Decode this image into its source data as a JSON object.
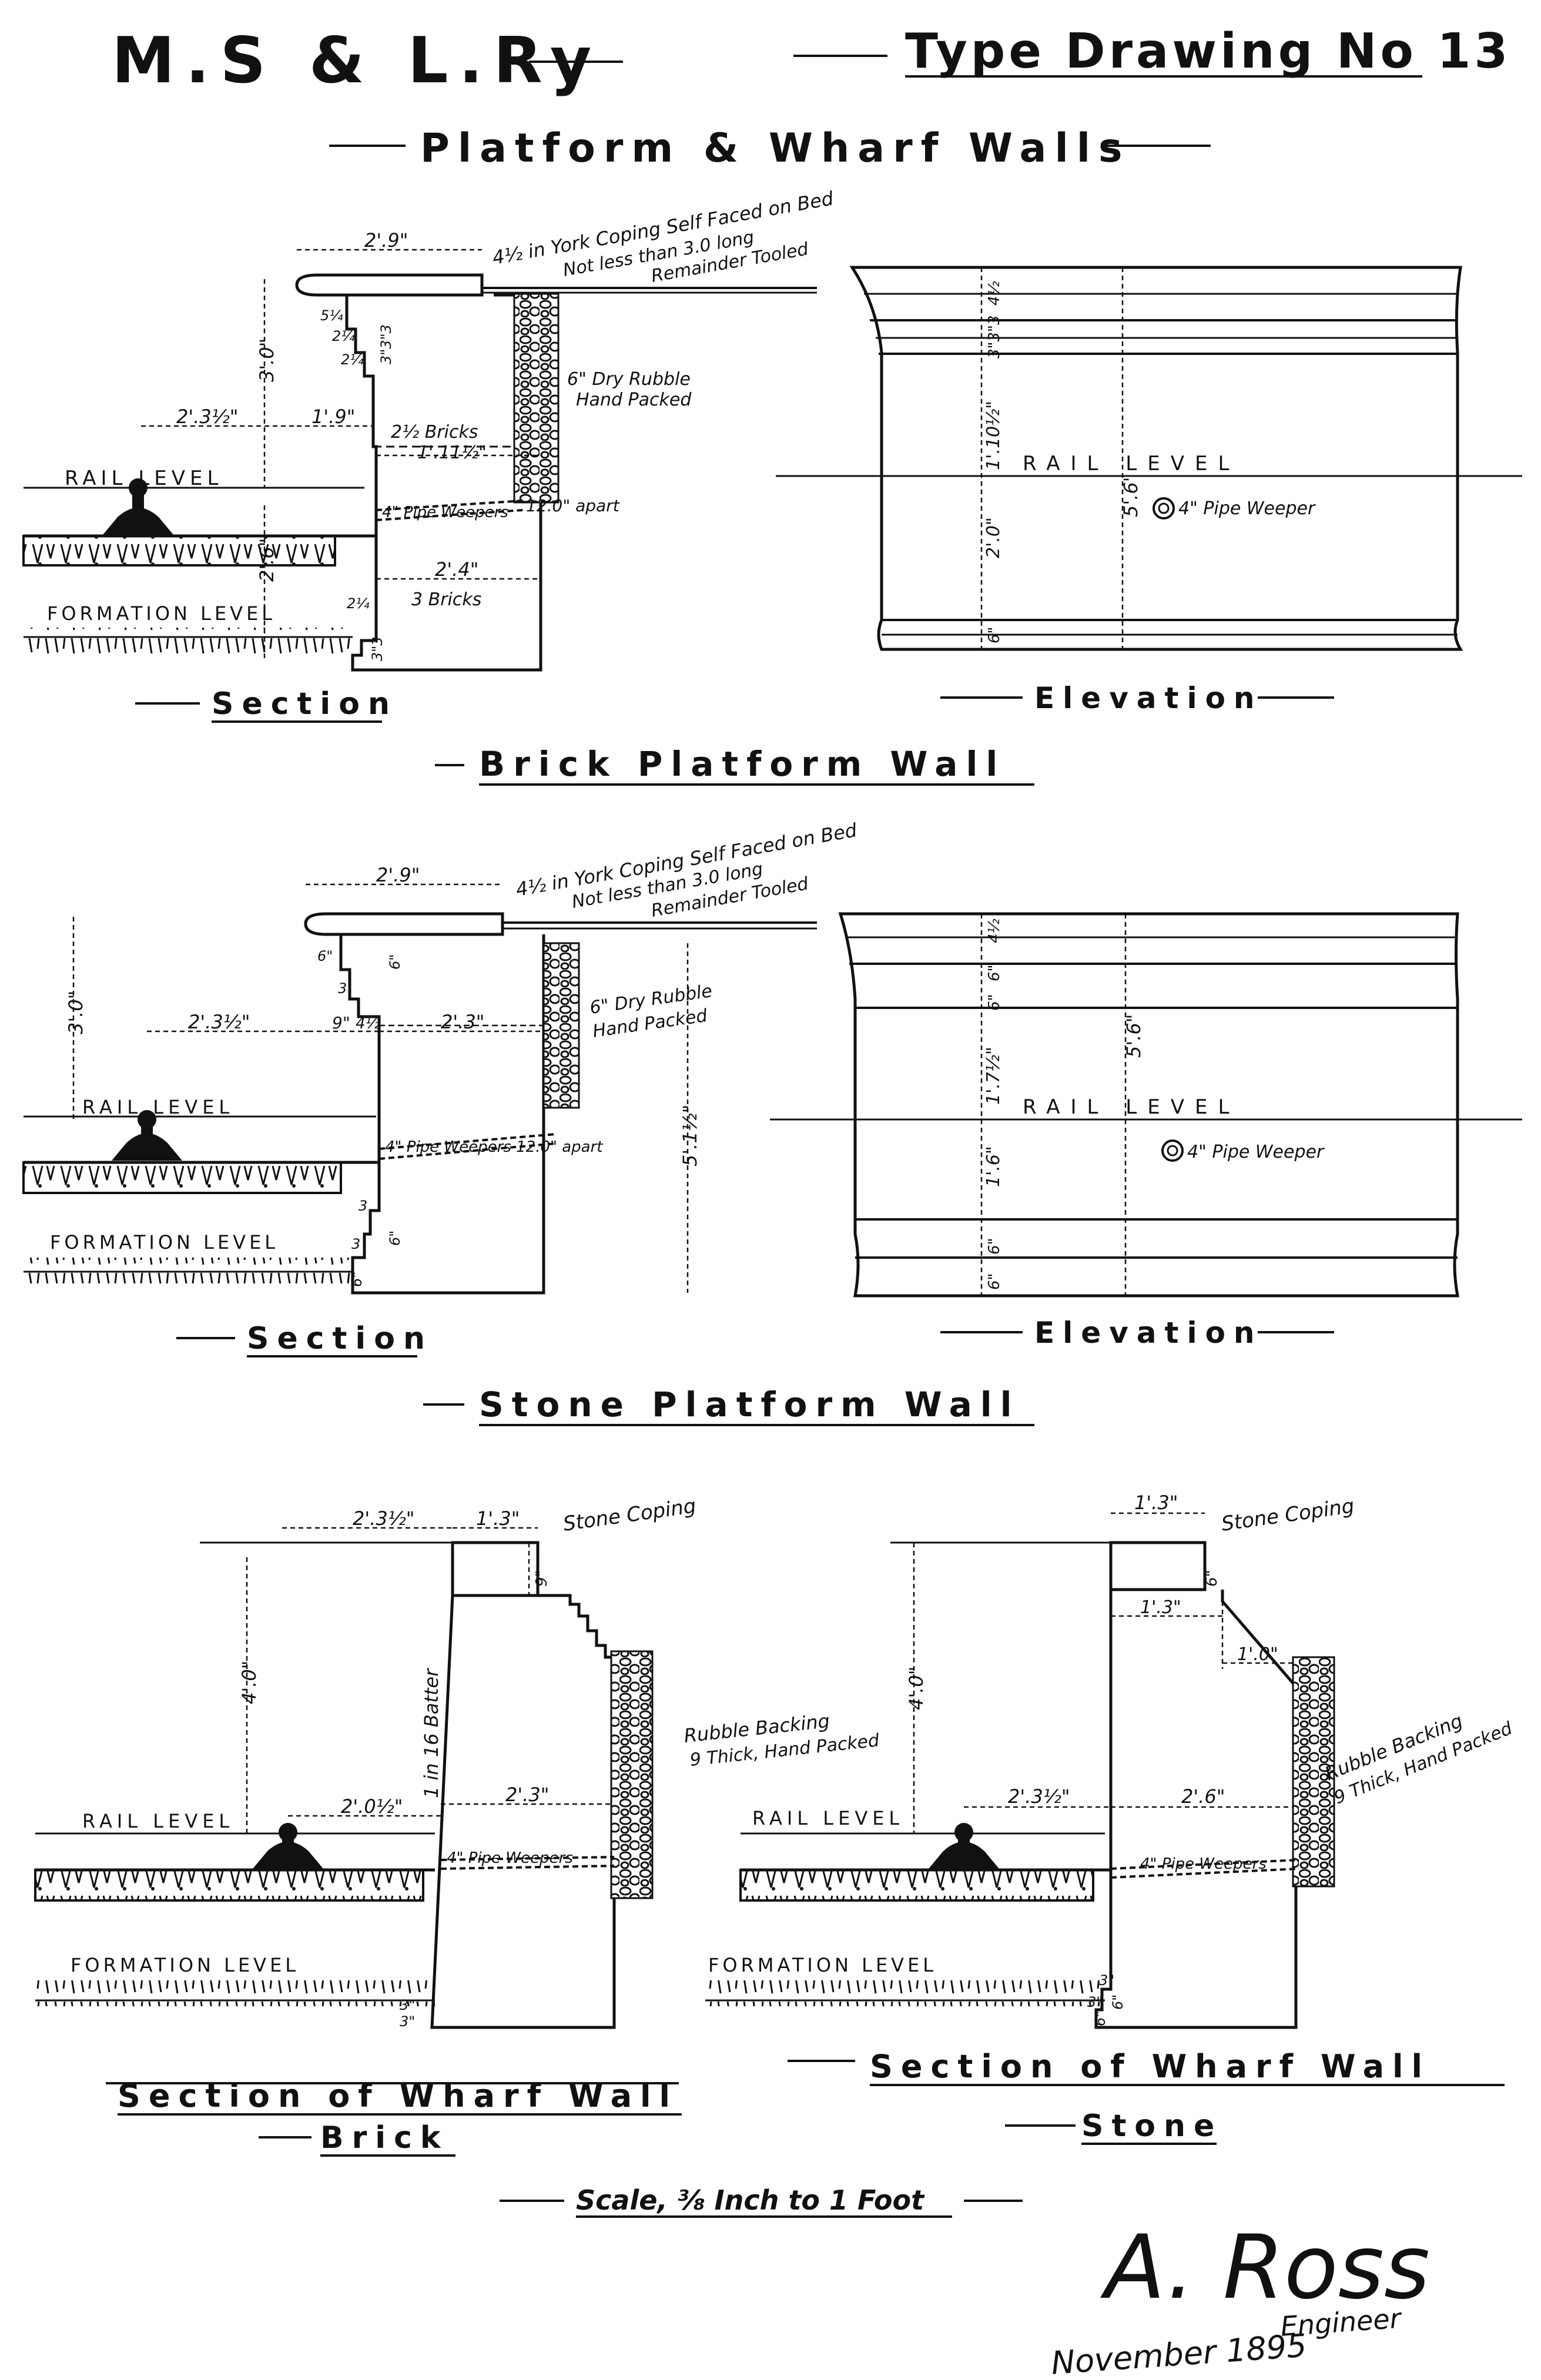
{
  "header": {
    "railway": "M.S & L.Ry",
    "drawing": "Type Drawing No 13",
    "main_title": "Platform & Wharf Walls"
  },
  "brick_platform": {
    "title": "Brick Platform Wall",
    "section_label": "Section",
    "elevation_label": "Elevation",
    "coping_note_1": "4½ in York Coping Self Faced on Bed",
    "coping_note_2": "Not less than 3.0 long",
    "coping_note_3": "Remainder Tooled",
    "rubble_1": "6\" Dry Rubble",
    "rubble_2": "Hand Packed",
    "weeper_note": "4\" Pipe Weepers",
    "weeper_spacing": "12.0\" apart",
    "weeper_elev": "4\" Pipe Weeper",
    "bricks_upper": "2½ Bricks",
    "bricks_lower": "3 Bricks",
    "rail_level": "RAIL LEVEL",
    "formation_level": "FORMATION LEVEL",
    "dims": [
      "2'.9\"",
      "3'.0\"",
      "2'.3½\"",
      "1'.9\"",
      "1'.11½\"",
      "2'.4\"",
      "2'.6\"",
      "5¼",
      "2¼",
      "2¼",
      "3\"3\"3",
      "2¼",
      "3\"3"
    ],
    "elev_dims": [
      "4½",
      "3\"3\"3",
      "1'.10½\"",
      "2'.0\"",
      "6\"",
      "5'.6\""
    ]
  },
  "stone_platform": {
    "title": "Stone Platform Wall",
    "section_label": "Section",
    "elevation_label": "Elevation",
    "coping_note_1": "4½ in York Coping Self Faced on Bed",
    "coping_note_2": "Not less than 3.0 long",
    "coping_note_3": "Remainder Tooled",
    "rubble_1": "6\" Dry Rubble",
    "rubble_2": "Hand Packed",
    "weeper_note": "4\" Pipe Weepers 12.0\" apart",
    "weeper_elev": "4\" Pipe Weeper",
    "rail_level": "RAIL LEVEL",
    "formation_level": "FORMATION LEVEL",
    "dims": [
      "2'.9\"",
      "3'.0\"",
      "2'.3½\"",
      "9\"",
      "4½",
      "2'.3\"",
      "5'.1½\"",
      "6\"",
      "6\"",
      "3",
      "3",
      "3",
      "6\"",
      "6\""
    ],
    "elev_dims": [
      "4½",
      "6\"",
      "6\"",
      "1'.7½\"",
      "1'.6\"",
      "6\"",
      "6\"",
      "5'.6\""
    ]
  },
  "wharf_brick": {
    "title": "Section of Wharf Wall",
    "subtitle": "Brick",
    "coping": "Stone Coping",
    "batter": "1 in 16 Batter",
    "rubble_1": "Rubble Backing",
    "rubble_2": "9 Thick, Hand Packed",
    "weeper_note": "4\" Pipe Weepers",
    "rail_level": "RAIL LEVEL",
    "formation_level": "FORMATION LEVEL",
    "dims": [
      "2'.3½\"",
      "1'.3\"",
      "4'.0\"",
      "2'.0½\"",
      "2'.3\"",
      "9\"",
      "3\"",
      "3\""
    ]
  },
  "wharf_stone": {
    "title": "Section of Wharf Wall",
    "subtitle": "Stone",
    "coping": "Stone Coping",
    "rubble_1": "Rubble Backing",
    "rubble_2": "9 Thick, Hand Packed",
    "weeper_note": "4\" Pipe Weepers",
    "rail_level": "RAIL LEVEL",
    "formation_level": "FORMATION LEVEL",
    "dims": [
      "1'.3\"",
      "4'.0\"",
      "1'.3\"",
      "1'.0\"",
      "2'.3½\"",
      "2'.6\"",
      "6\"",
      "3\"",
      "3\"",
      "6\"",
      "6\""
    ]
  },
  "footer": {
    "scale": "Scale, ⅜ Inch to 1 Foot",
    "signature": "A. Ross",
    "signature_role": "Engineer",
    "date": "November 1895"
  }
}
